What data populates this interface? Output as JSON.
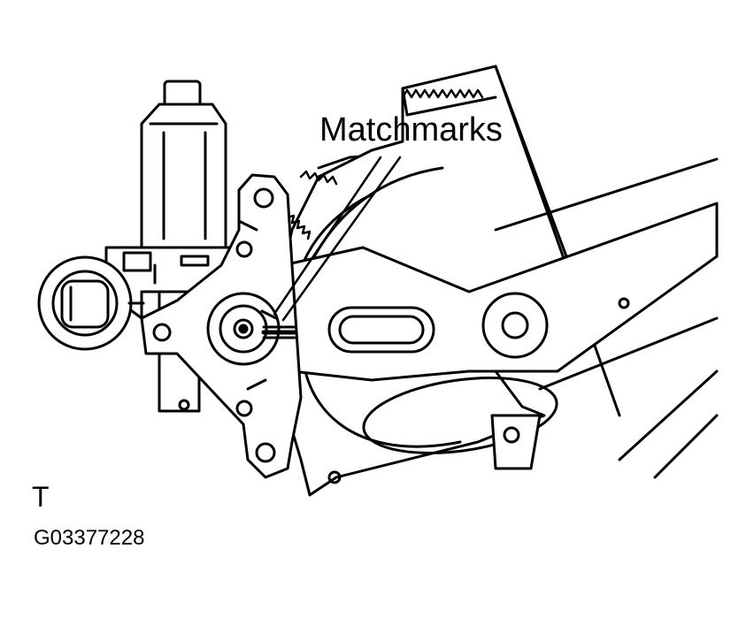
{
  "diagram": {
    "callout_label": "Matchmarks",
    "view_letter": "T",
    "figure_code": "G03377228"
  },
  "colors": {
    "ink": "#000000",
    "paper": "#ffffff"
  }
}
